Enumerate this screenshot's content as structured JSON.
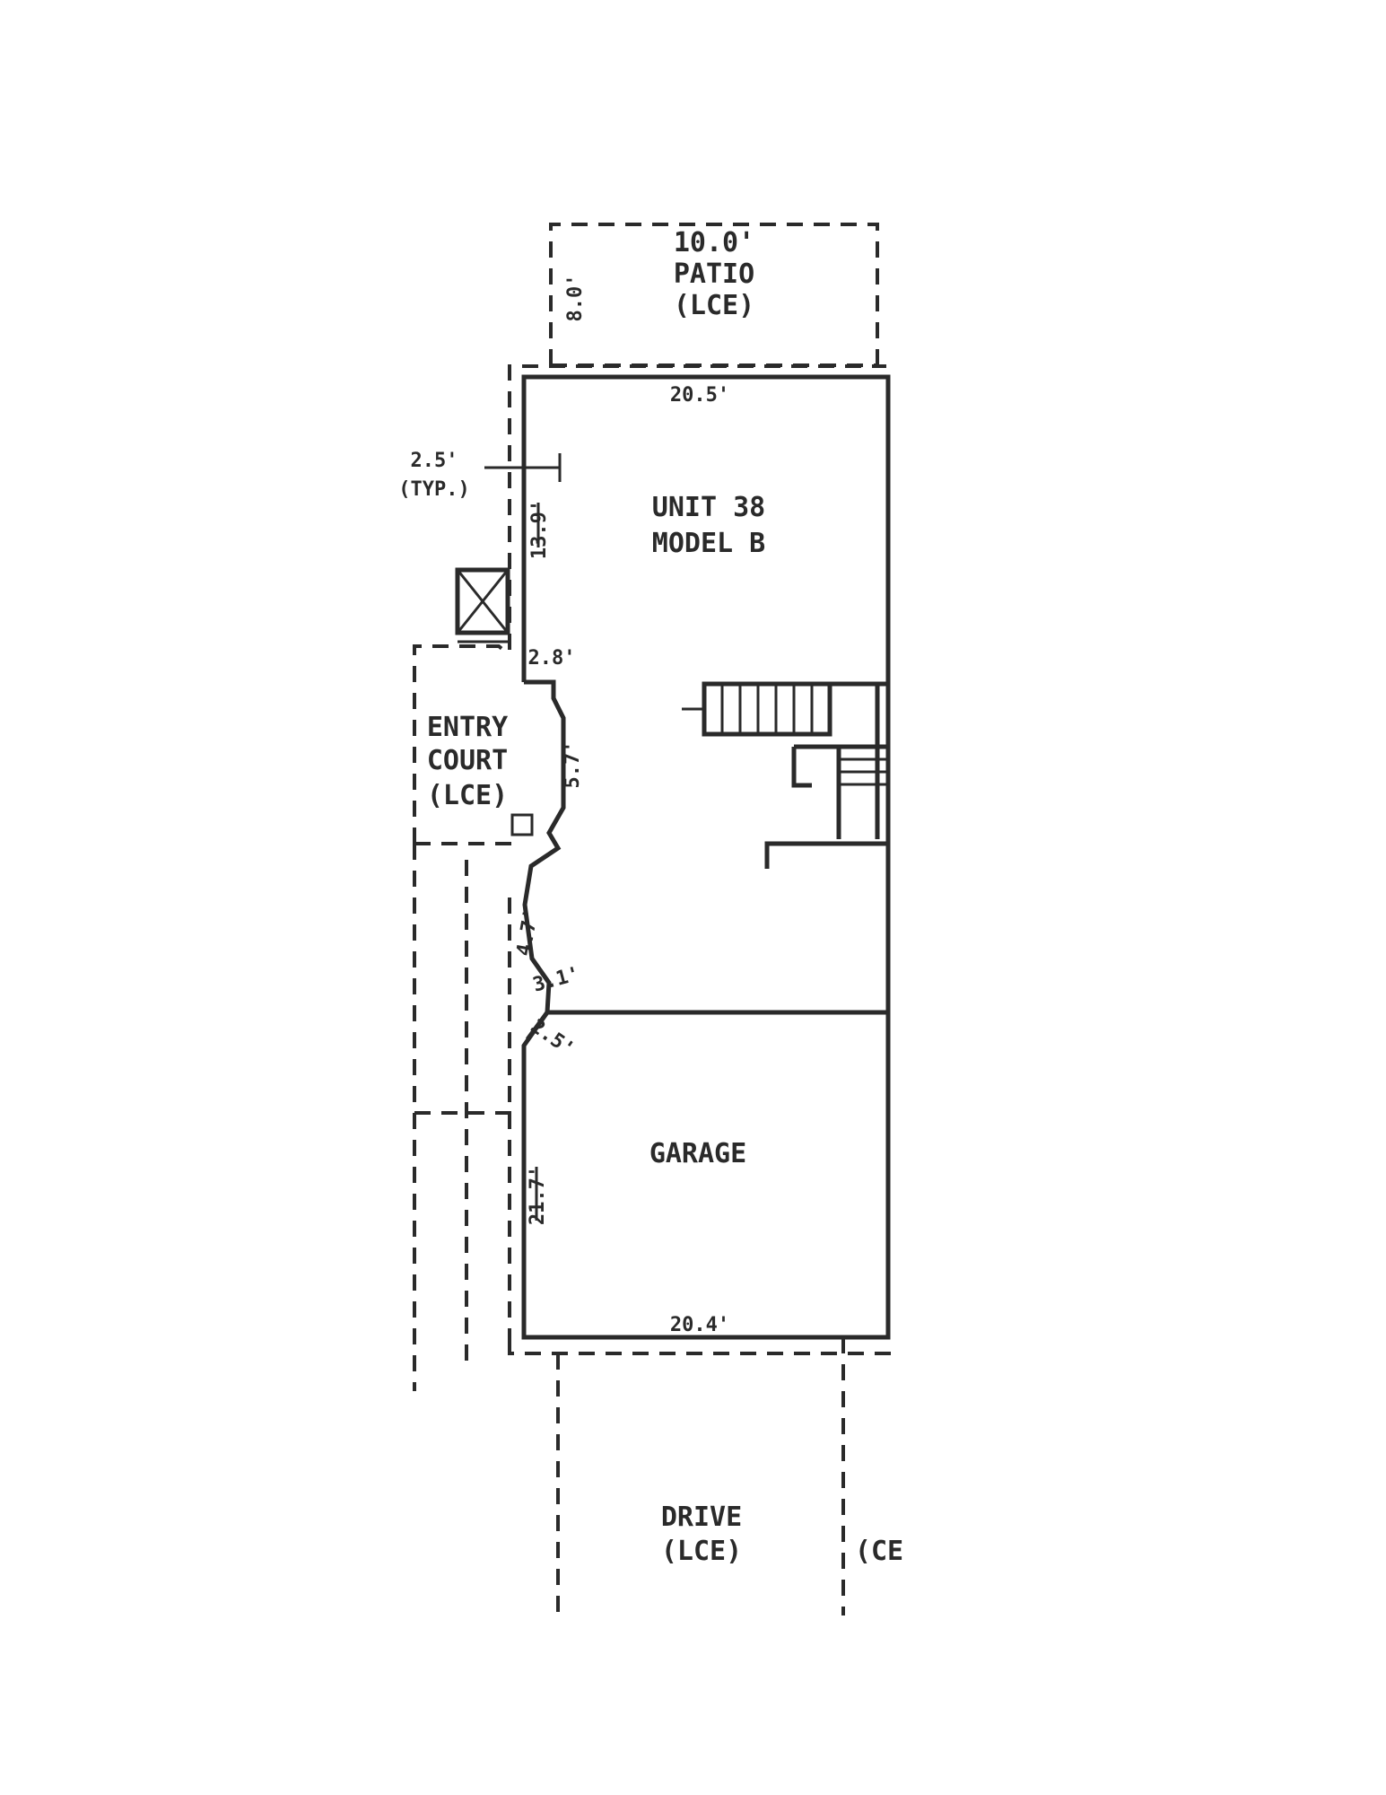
{
  "labels": {
    "patio_dim": "10.0'",
    "patio_name": "PATIO",
    "patio_lce": "(LCE)",
    "patio_side_dim": "8.0'",
    "top_width_dim": "20.5'",
    "unit_name": "UNIT 38",
    "model_name": "MODEL B",
    "offset_dim": "2.5'",
    "offset_typ": "(TYP.)",
    "unit_side_dim": "13.9'",
    "step_dim": "2.8'",
    "entry_name": "ENTRY",
    "court_name": "COURT",
    "entry_lce": "(LCE)",
    "entry_side_dim": "5.7'",
    "bay_dim_a": "4.7'",
    "bay_dim_b": "3.1'",
    "bay_dim_c": "2.5'",
    "garage_name": "GARAGE",
    "garage_side_dim": "21.7'",
    "bottom_width_dim": "20.4'",
    "drive_name": "DRIVE",
    "drive_lce": "(LCE)",
    "edge_text": "(CE"
  }
}
